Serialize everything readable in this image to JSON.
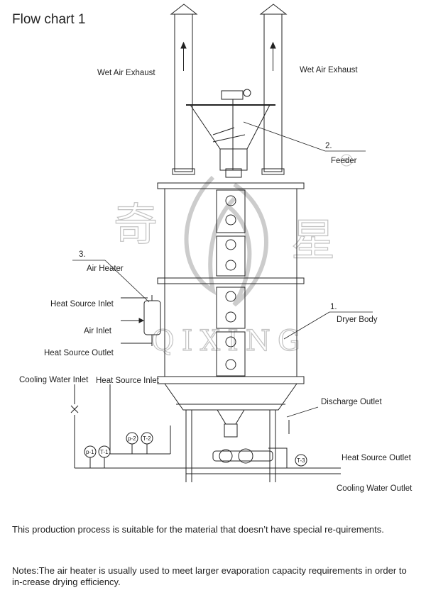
{
  "title": "Flow chart 1",
  "labels": {
    "wet_air_exhaust_left": "Wet Air Exhaust",
    "wet_air_exhaust_right": "Wet Air Exhaust",
    "feeder_num": "2.",
    "feeder": "Feeder",
    "air_heater_num": "3.",
    "air_heater": "Air Heater",
    "heat_source_inlet_left": "Heat Source Inlet",
    "air_inlet": "Air Inlet",
    "heat_source_outlet_left": "Heat Source Outlet",
    "dryer_body_num": "1.",
    "dryer_body": "Dryer Body",
    "cooling_water_inlet": "Cooling Water Inlet",
    "heat_source_inlet_bottom": "Heat Source Inlet",
    "discharge_outlet": "Discharge Outlet",
    "heat_source_outlet_right": "Heat Source Outlet",
    "cooling_water_outlet": "Cooling Water Outlet"
  },
  "gauges": [
    "p-1",
    "T-1",
    "p-2",
    "T-2",
    "T-3"
  ],
  "watermark": {
    "char_left": "奇",
    "char_right": "星",
    "text": "QIXING",
    "registered": "R"
  },
  "notes": {
    "line1": "This production process is suitable for the material that doesn’t have special re-quirements.",
    "line2": "Notes:The air heater is usually used to meet larger evaporation capacity requirements in order to in-crease drying efficiency."
  }
}
